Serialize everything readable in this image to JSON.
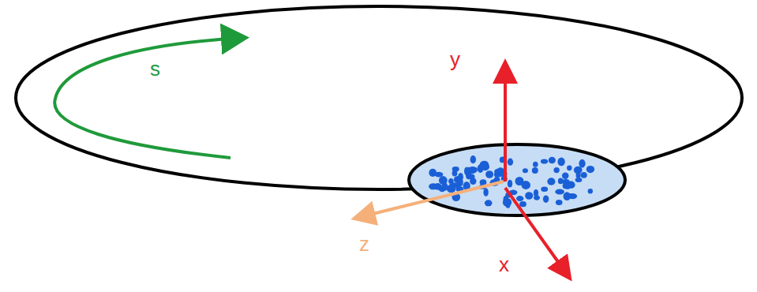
{
  "diagram": {
    "labels": [
      "s",
      "y",
      "x",
      "z"
    ]
  }
}
